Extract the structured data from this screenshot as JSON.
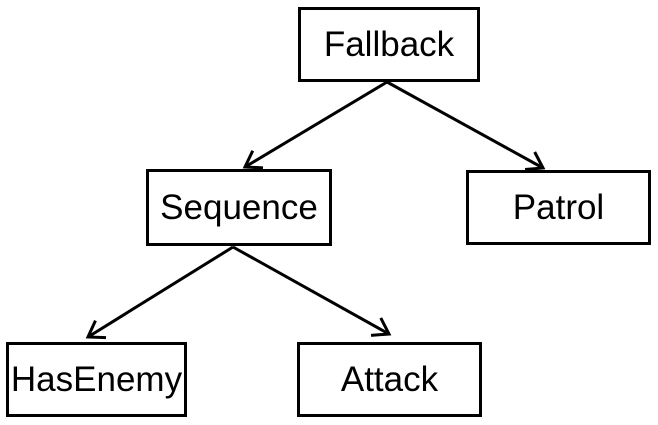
{
  "diagram": {
    "type": "behavior-tree",
    "background_color": "#ffffff",
    "node_fill_color": "#ffffff",
    "node_border_color": "#000000",
    "text_color": "#000000",
    "edge_color": "#000000",
    "nodes": {
      "fallback": {
        "label": "Fallback"
      },
      "sequence": {
        "label": "Sequence"
      },
      "patrol": {
        "label": "Patrol"
      },
      "hasenemy": {
        "label": "HasEnemy"
      },
      "attack": {
        "label": "Attack"
      }
    },
    "edges": [
      {
        "from": "Fallback",
        "to": "Sequence"
      },
      {
        "from": "Fallback",
        "to": "Patrol"
      },
      {
        "from": "Sequence",
        "to": "HasEnemy"
      },
      {
        "from": "Sequence",
        "to": "Attack"
      }
    ]
  }
}
